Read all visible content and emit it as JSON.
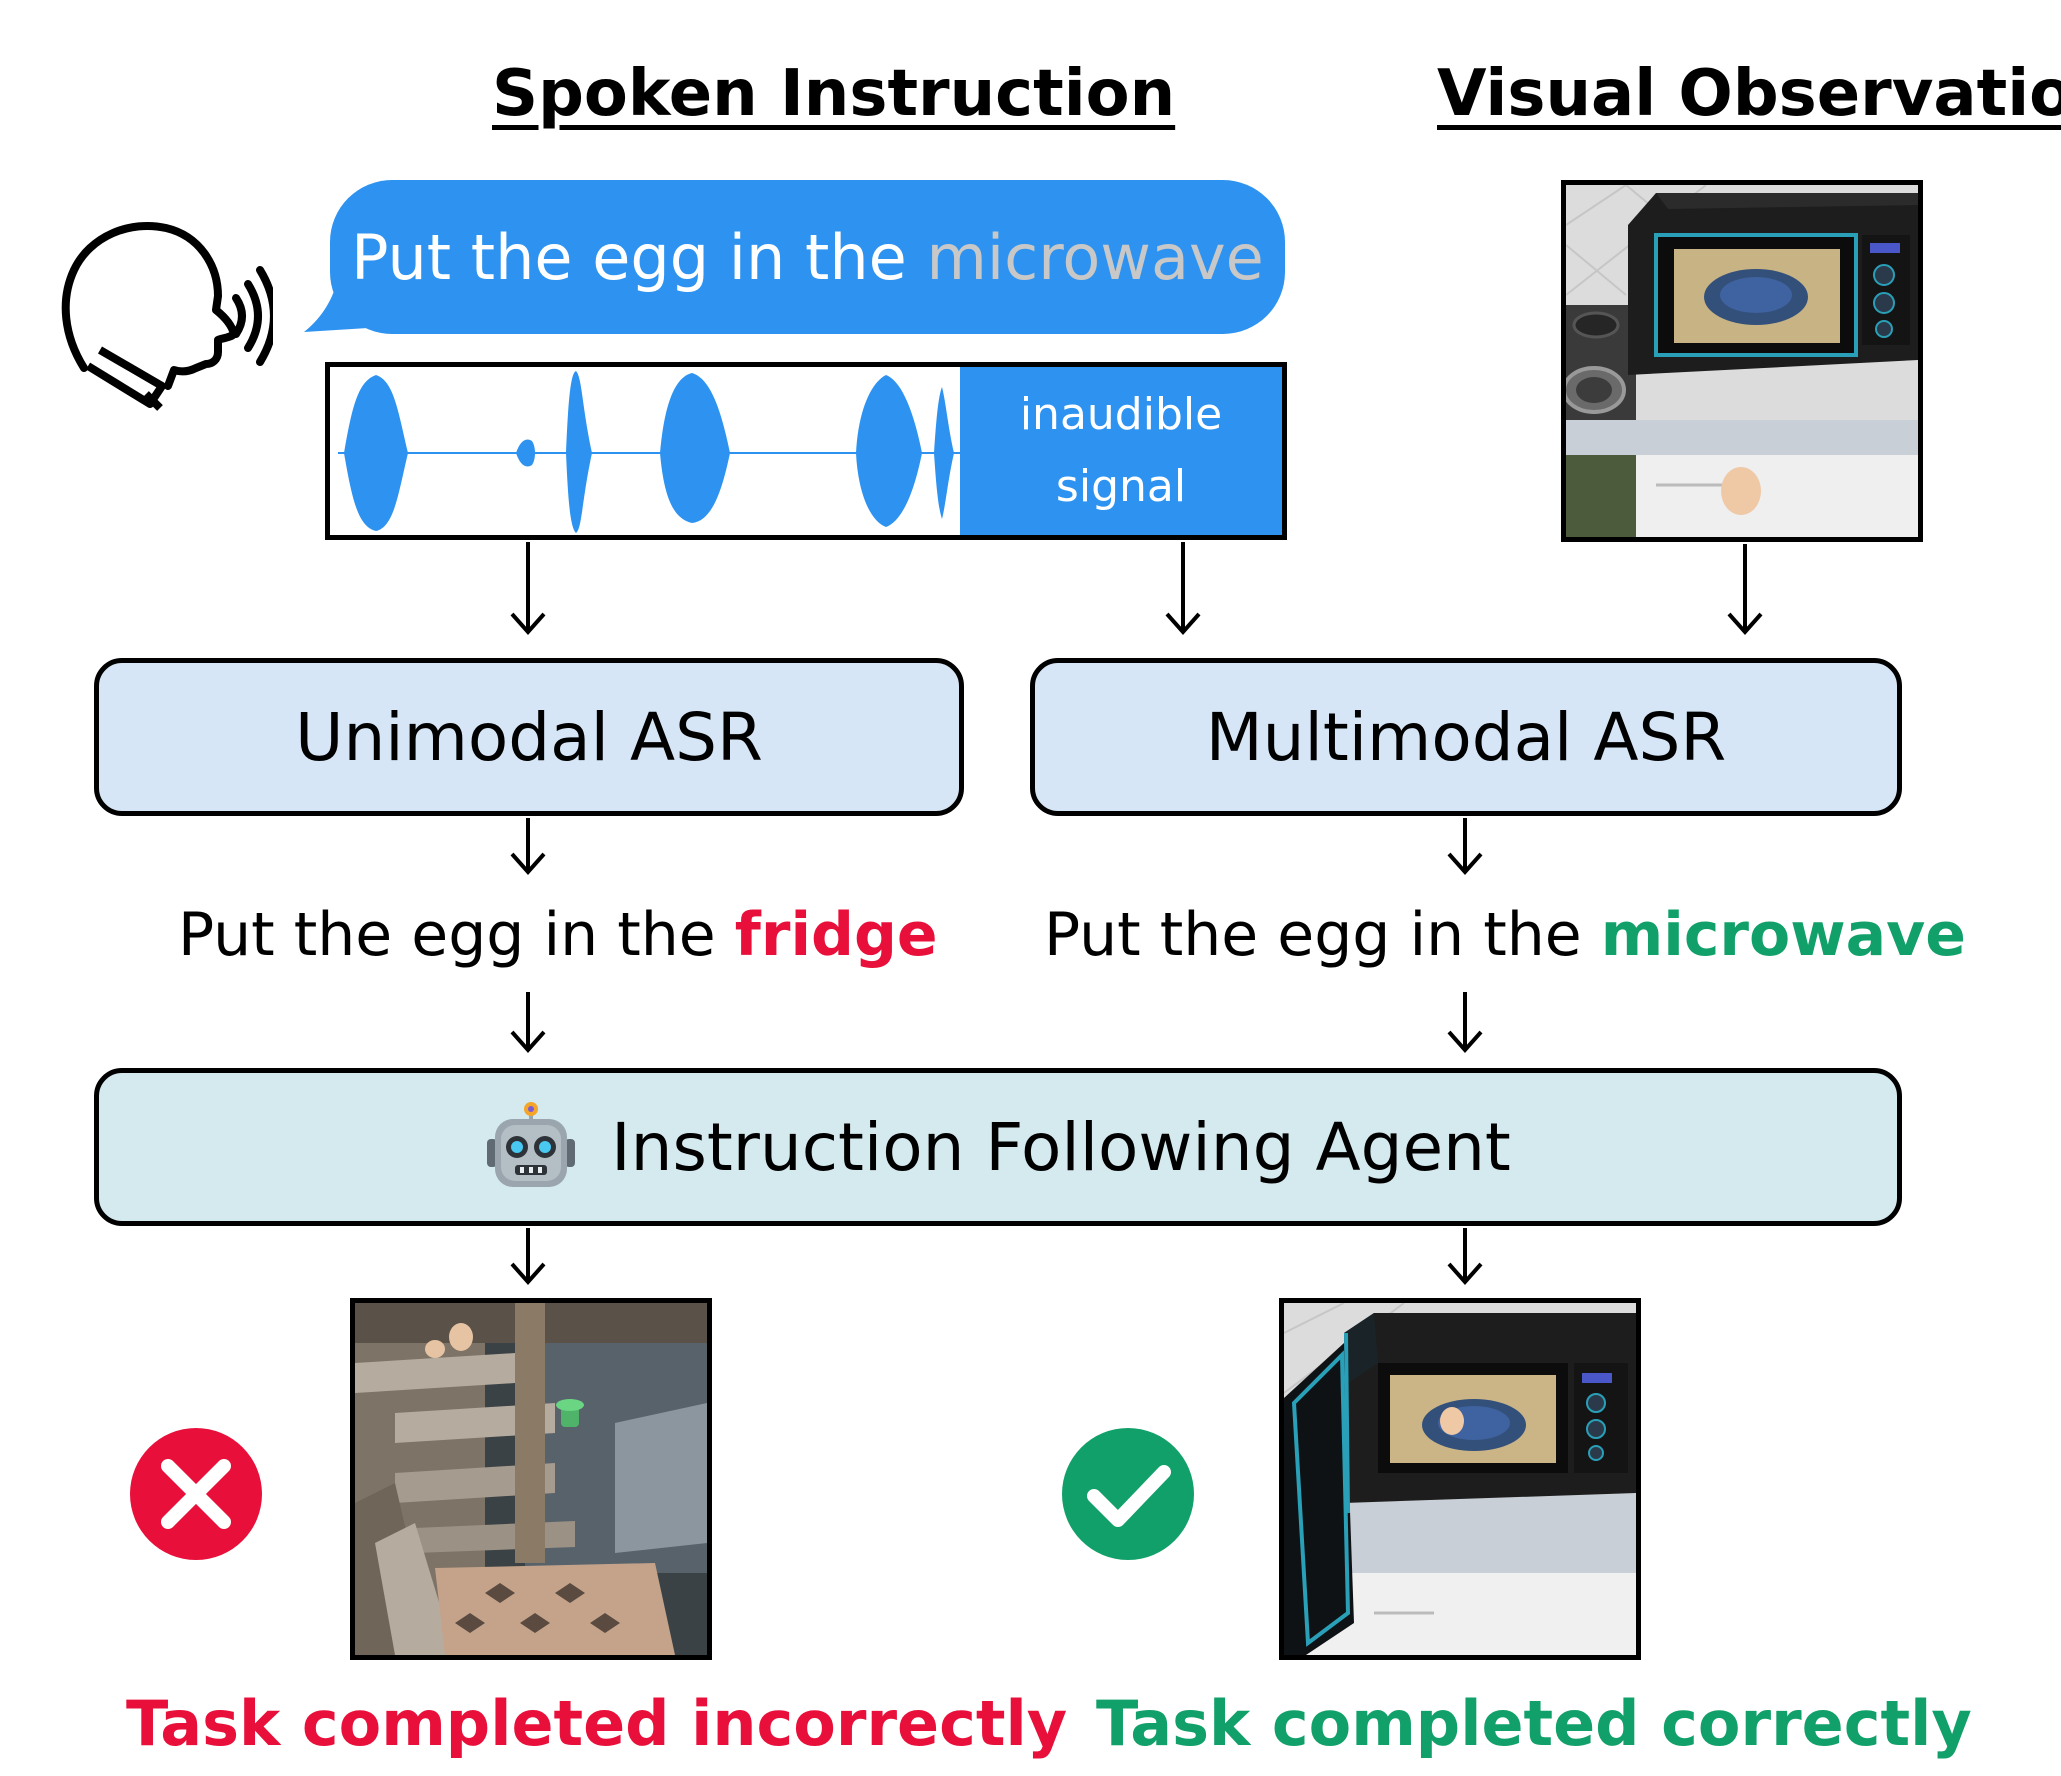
{
  "titles": {
    "spoken": "Spoken Instruction",
    "visual": "Visual Observation"
  },
  "bubble": {
    "prefix": "Put the egg in the",
    "highlight": "microwave"
  },
  "waveform": {
    "inaudible_line1": "inaudible",
    "inaudible_line2": "signal"
  },
  "modules": {
    "unimodal": "Unimodal ASR",
    "multimodal": "Multimodal ASR",
    "agent": "Instruction Following Agent"
  },
  "transcripts": {
    "unimodal_prefix": "Put the egg in the",
    "unimodal_word": "fridge",
    "multimodal_prefix": "Put the egg in the",
    "multimodal_word": "microwave"
  },
  "results": {
    "incorrect": "Task completed incorrectly",
    "correct": "Task completed correctly"
  },
  "icons": {
    "speaker": "speaking-head-icon",
    "robot": "robot-face-icon",
    "cross": "cross-mark-icon",
    "check": "check-mark-icon"
  },
  "colors": {
    "bubble": "#2e93f0",
    "asr_box": "#d6e6f6",
    "agent_box": "#d4eaee",
    "error": "#e8103a",
    "success": "#12a06a"
  }
}
